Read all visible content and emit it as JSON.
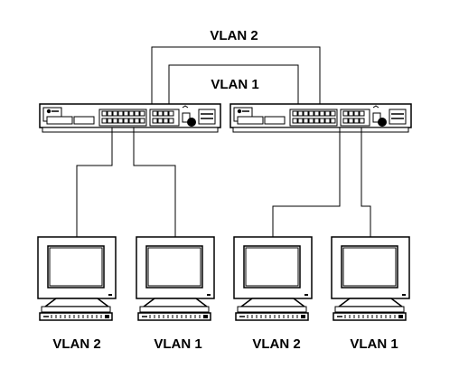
{
  "links": {
    "top_label": "VLAN 2",
    "middle_label": "VLAN 1"
  },
  "computers": [
    {
      "label": "VLAN 2"
    },
    {
      "label": "VLAN 1"
    },
    {
      "label": "VLAN 2"
    },
    {
      "label": "VLAN 1"
    }
  ],
  "colors": {
    "line": "#000000",
    "fill": "#ffffff"
  }
}
